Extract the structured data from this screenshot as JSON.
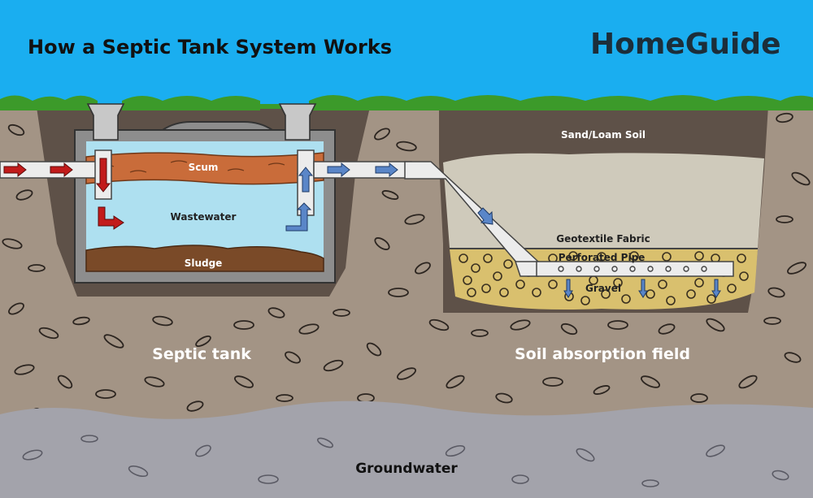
{
  "title": "How a Septic Tank System Works",
  "brand": "HomeGuide",
  "labels": {
    "scum": "Scum",
    "wastewater": "Wastewater",
    "sludge": "Sludge",
    "sand_loam_soil": "Sand/Loam Soil",
    "geotextile_fabric": "Geotextile Fabric",
    "perforated_pipe": "Perforated Pipe",
    "gravel": "Gravel",
    "septic_tank": "Septic tank",
    "soil_absorption_field": "Soil absorption field",
    "groundwater": "Groundwater"
  },
  "colors": {
    "sky": "#1aaef0",
    "grass": "#3c9a2a",
    "soil": "#a39485",
    "groundwater": "#a3a3ab",
    "scum": "#c96c3a",
    "wastewater": "#aee0f0",
    "sludge": "#7a4a28",
    "sand_loam": "#cfcabb",
    "gravel": "#d9c06e",
    "inflow_arrow": "#c21b1b",
    "outflow_arrow": "#5a86c8"
  }
}
